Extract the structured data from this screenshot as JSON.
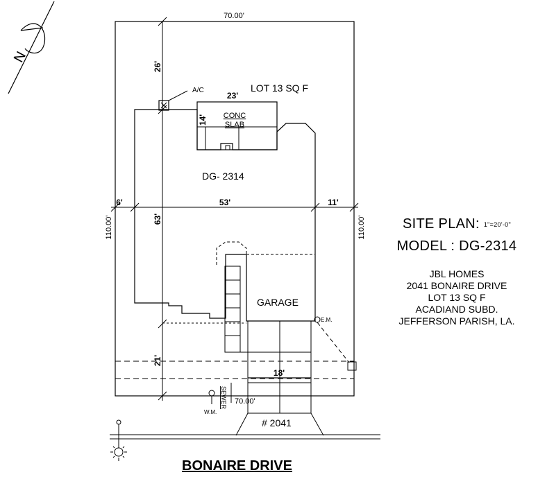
{
  "title": {
    "site_plan": "SITE PLAN:",
    "scale": "1\"=20'-0\"",
    "model": "MODEL : DG-2314"
  },
  "info_lines": [
    "JBL HOMES",
    "2041 BONAIRE DRIVE",
    "LOT 13  SQ F",
    "ACADIAND SUBD.",
    "JEFFERSON PARISH, LA."
  ],
  "plan": {
    "north": "N",
    "top_width": "70.00'",
    "bottom_width": "70.00'",
    "left_depth": "110.00'",
    "right_depth": "110.00'",
    "rear_setback": "26'",
    "front_setback": "21'",
    "left_side": "6'",
    "house_width": "53'",
    "right_side": "11'",
    "house_depth": "63'",
    "slab_width": "23'",
    "slab_depth": "14'",
    "slab_label_1": "CONC",
    "slab_label_2": "SLAB",
    "ac_label": "A/C",
    "lot_label": "LOT 13 SQ F",
    "model_label": "DG- 2314",
    "garage_label": "GARAGE",
    "em_label": "E.M.",
    "driveway_width": "18'",
    "sewer_label": "SEWER",
    "wm_label": "W.M.",
    "address_label": "# 2041"
  },
  "street": "BONAIRE DRIVE"
}
